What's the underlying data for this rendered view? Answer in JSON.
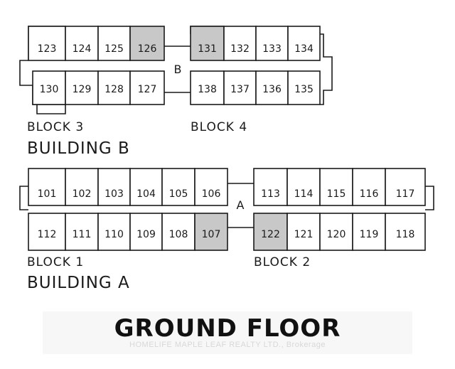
{
  "building_b": {
    "label": "BUILDING B",
    "connector_label": "B",
    "block3_label": "BLOCK 3",
    "block4_label": "BLOCK 4",
    "block3_top": [
      "123",
      "124",
      "125",
      "126"
    ],
    "block3_bottom": [
      "130",
      "129",
      "128",
      "127"
    ],
    "block4_top": [
      "131",
      "132",
      "133",
      "134"
    ],
    "block4_bottom": [
      "138",
      "137",
      "136",
      "135"
    ]
  },
  "building_a": {
    "label": "BUILDING A",
    "connector_label": "A",
    "block1_label": "BLOCK 1",
    "block2_label": "BLOCK 2",
    "block1_top": [
      "101",
      "102",
      "103",
      "104",
      "105",
      "106"
    ],
    "block1_bottom": [
      "112",
      "111",
      "110",
      "109",
      "108",
      "107"
    ],
    "block2_top": [
      "113",
      "114",
      "115",
      "116",
      "117"
    ],
    "block2_bottom": [
      "122",
      "121",
      "120",
      "119",
      "118"
    ]
  },
  "highlighted_units": [
    "126",
    "131",
    "107",
    "122"
  ],
  "colors": {
    "highlight": "#c8c8c8",
    "line": "#1a1a1a",
    "background": "#ffffff"
  },
  "title": "GROUND FLOOR",
  "watermark": "HOMELIFE MAPLE LEAF REALTY LTD., Brokerage"
}
